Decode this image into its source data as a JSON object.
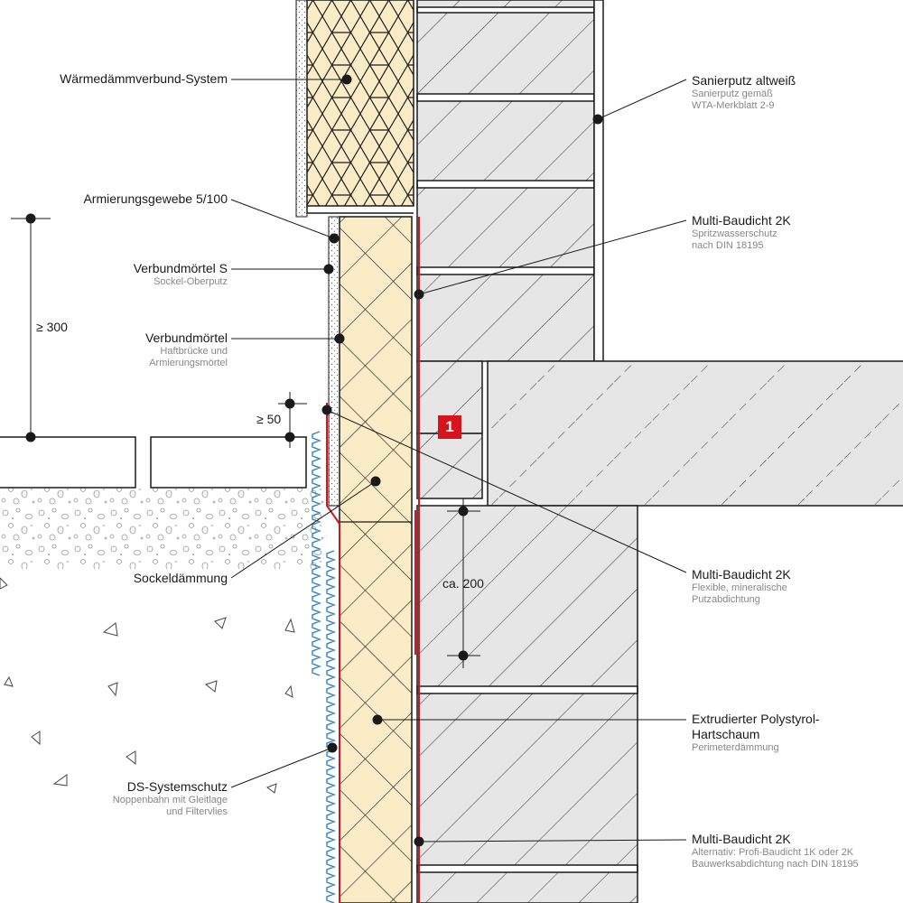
{
  "labels_left": {
    "wdvs": {
      "title": "Wärmedämmverbund-System"
    },
    "armierungsgewebe": {
      "title": "Armierungsgewebe 5/100"
    },
    "verbundmoertel_s": {
      "title": "Verbundmörtel S",
      "sub": "Sockel-Oberputz"
    },
    "verbundmoertel": {
      "title": "Verbundmörtel",
      "sub1": "Haftbrücke und",
      "sub2": "Armierungsmörtel"
    },
    "sockeldaemmung": {
      "title": "Sockeldämmung"
    },
    "ds_systemschutz": {
      "title": "DS-Systemschutz",
      "sub1": "Noppenbahn mit Gleitlage",
      "sub2": "und Filtervlies"
    }
  },
  "labels_right": {
    "sanierputz": {
      "title": "Sanierputz altweiß",
      "sub1": "Sanierputz gemäß",
      "sub2": "WTA-Merkblatt 2-9"
    },
    "multi_baudicht_1": {
      "title": "Multi-Baudicht 2K",
      "sub1": "Spritzwasserschutz",
      "sub2": "nach DIN 18195"
    },
    "multi_baudicht_2": {
      "title": "Multi-Baudicht 2K",
      "sub1": "Flexible, mineralische",
      "sub2": "Putzabdichtung"
    },
    "xps": {
      "title1": "Extrudierter Polystyrol-",
      "title2": "Hartschaum",
      "sub": "Perimeterdämmung"
    },
    "multi_baudicht_3": {
      "title": "Multi-Baudicht 2K",
      "sub1": "Alternativ: Profi-Baudicht 1K oder 2K",
      "sub2": "Bauwerksabdichtung nach DIN 18195"
    }
  },
  "dimensions": {
    "d300": "≥ 300",
    "d50": "≥ 50",
    "d200": "ca. 200"
  },
  "badge": "1",
  "colors": {
    "insulation": "#fbecc8",
    "wall": "#e6e6e6",
    "seal": "#d7141e",
    "membrane": "#2f7fc9",
    "line": "#1a1a1a"
  }
}
